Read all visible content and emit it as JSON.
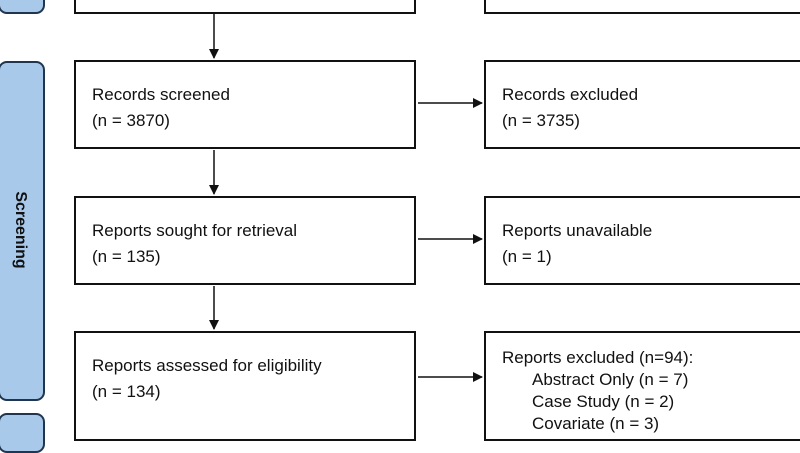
{
  "stages": {
    "previous_label": "",
    "screening_label": "Screening",
    "next_label": ""
  },
  "boxes": {
    "records_screened": {
      "title": "Records screened",
      "count": "(n = 3870)"
    },
    "records_excluded": {
      "title": "Records excluded",
      "count": "(n = 3735)"
    },
    "reports_sought": {
      "title": "Reports sought for retrieval",
      "count": "(n = 135)"
    },
    "reports_unavailable": {
      "title": "Reports unavailable",
      "count": "(n = 1)"
    },
    "reports_assessed": {
      "title": "Reports assessed for eligibility",
      "count": "(n = 134)"
    },
    "reports_excluded": {
      "title": "Reports excluded (n=94):",
      "reasons": [
        "Abstract Only (n = 7)",
        "Case Study (n = 2)",
        "Covariate (n = 3)"
      ]
    }
  },
  "colors": {
    "stage_fill": "#a9c9ea",
    "stage_border": "#1f3550",
    "box_border": "#111111",
    "arrow": "#111111"
  }
}
